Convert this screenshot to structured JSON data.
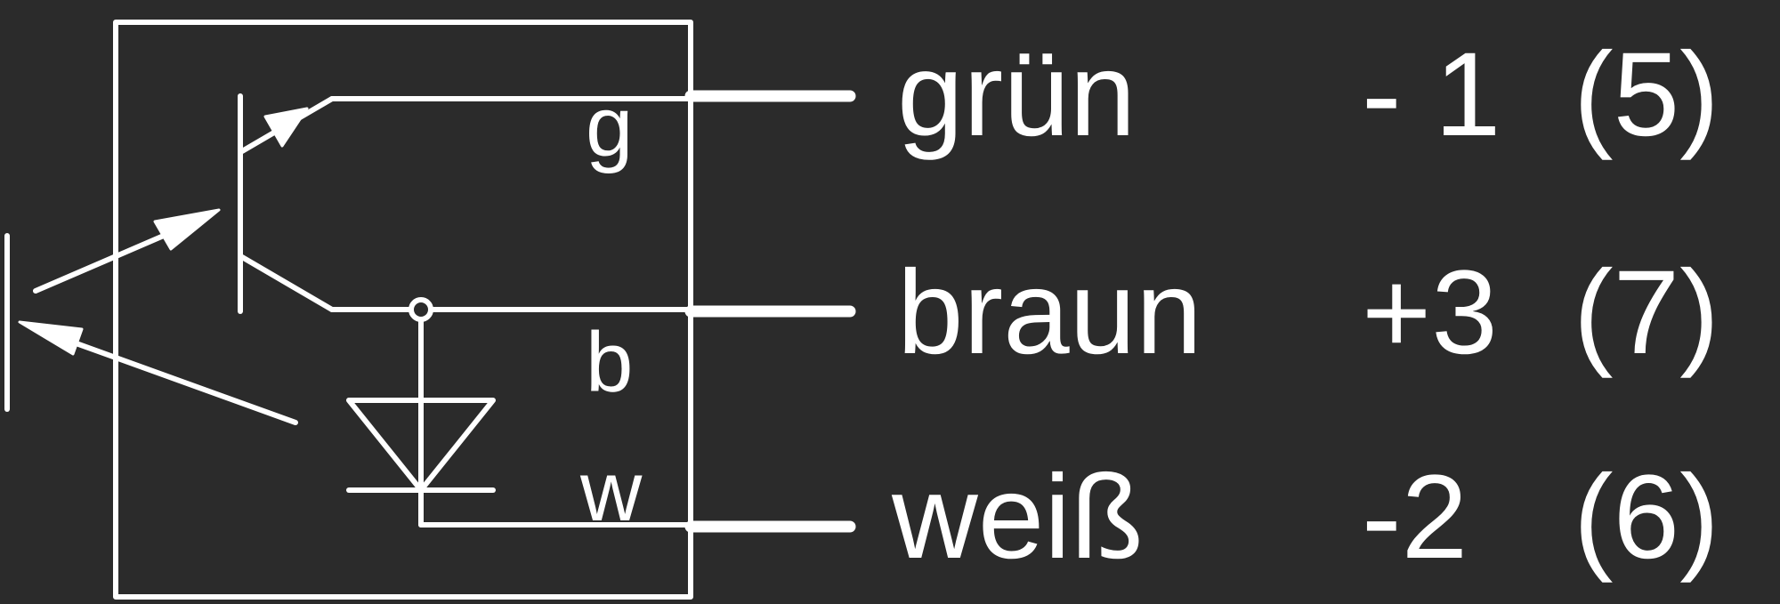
{
  "colors": {
    "background": "#2b2b2b",
    "foreground": "#ffffff"
  },
  "pins": [
    {
      "letter": "g",
      "color_name": "grün",
      "polarity": "- 1",
      "number": "(5)"
    },
    {
      "letter": "b",
      "color_name": "braun",
      "polarity": "+3",
      "number": "(7)"
    },
    {
      "letter": "w",
      "color_name": "weiß",
      "polarity": "-2",
      "number": "(6)"
    }
  ]
}
